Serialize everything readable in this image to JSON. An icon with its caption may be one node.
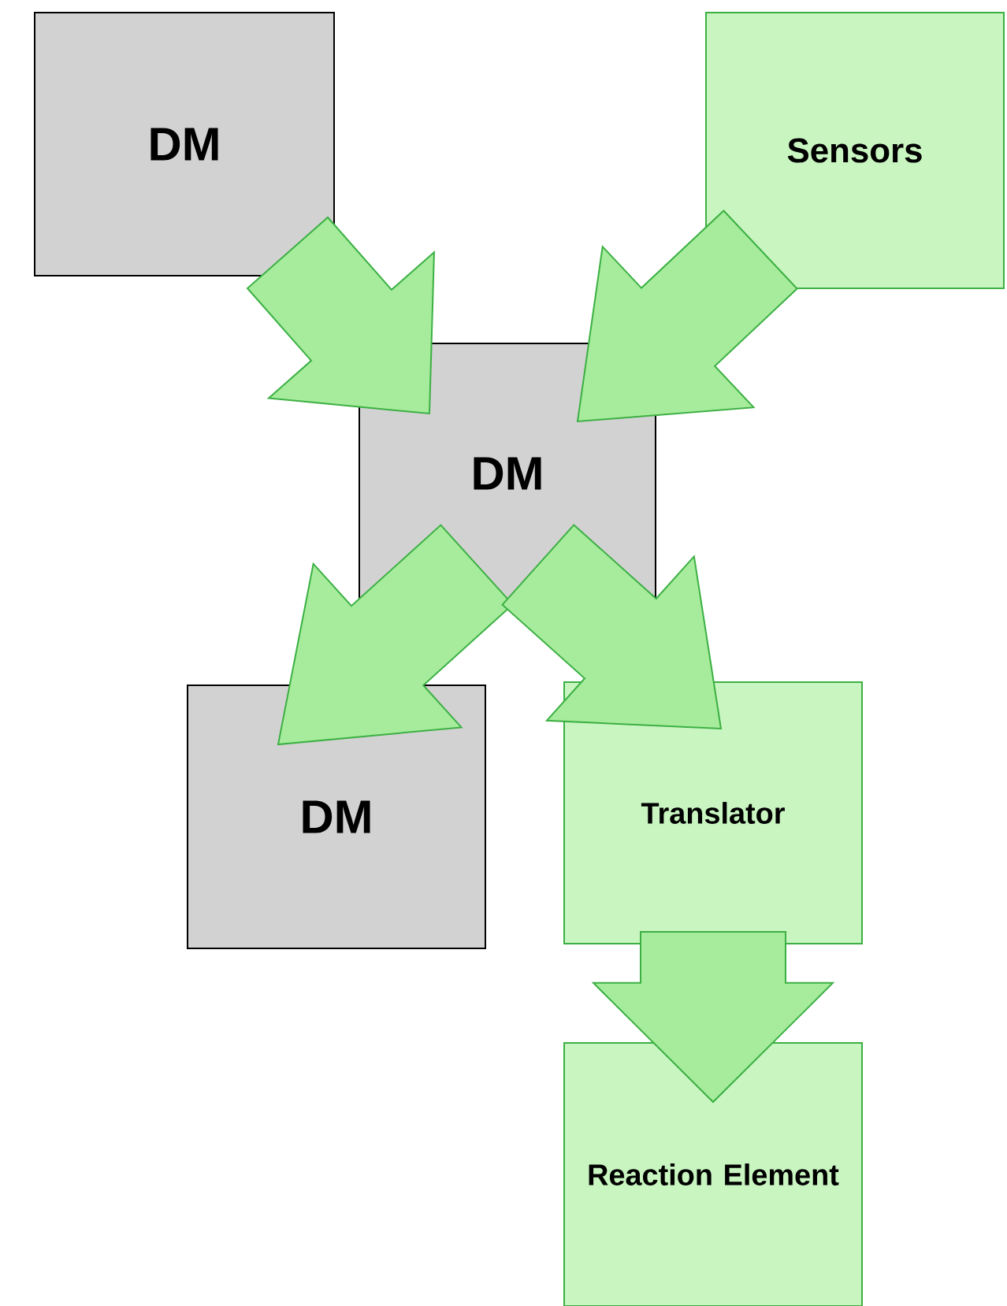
{
  "diagram": {
    "nodes": [
      {
        "text": [
          "DM"
        ]
      },
      {
        "text": [
          "Sensors"
        ]
      },
      {
        "text": [
          "DM"
        ]
      },
      {
        "text": [
          "DM"
        ]
      },
      {
        "text": [
          "Translator"
        ]
      },
      {
        "text": [
          "Reaction Element"
        ]
      }
    ],
    "edges": [
      {
        "from": 0,
        "to": 2,
        "arrow": "to"
      },
      {
        "from": 1,
        "to": 2,
        "arrow": "to"
      },
      {
        "from": 2,
        "to": 3,
        "arrow": "to"
      },
      {
        "from": 2,
        "to": 4,
        "arrow": "to"
      },
      {
        "from": 4,
        "to": 5,
        "arrow": "to"
      }
    ]
  }
}
